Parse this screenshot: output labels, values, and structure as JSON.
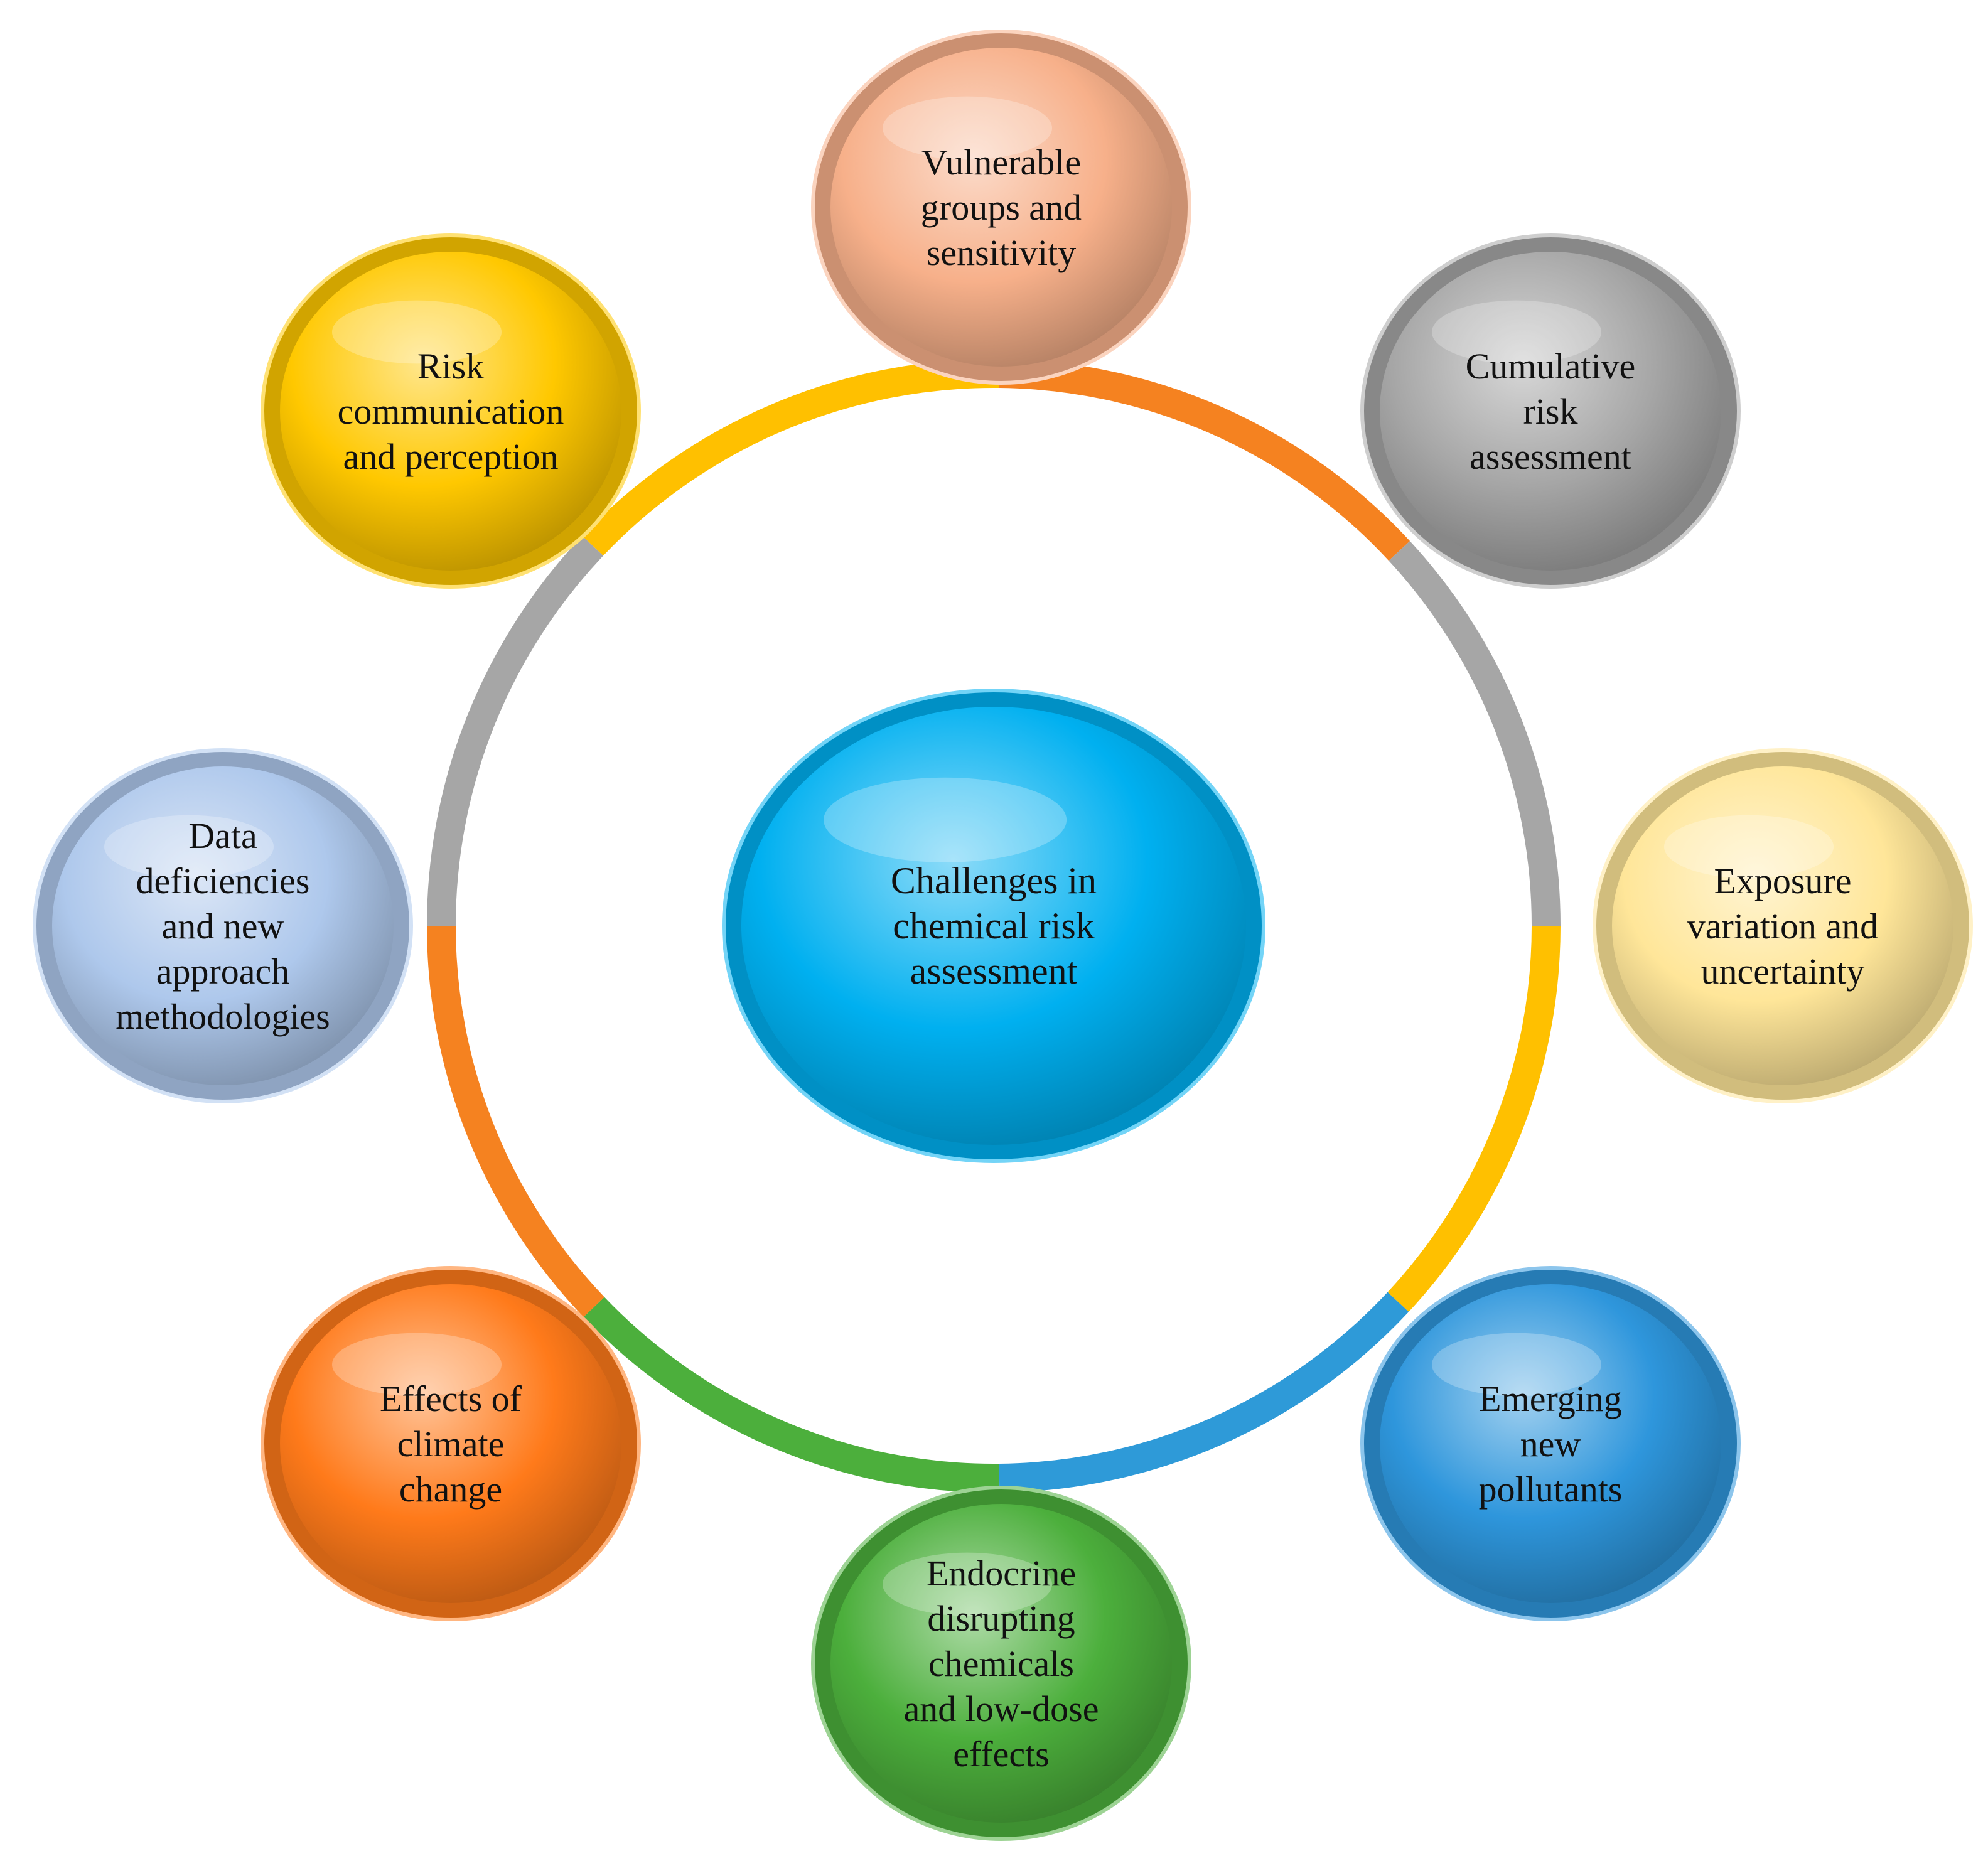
{
  "center": {
    "lines": [
      "Challenges in",
      "chemical risk",
      "assessment"
    ],
    "color": "#00B0F0"
  },
  "nodes": [
    {
      "id": "vulnerable-groups",
      "lines": [
        "Vulnerable",
        "groups and",
        "sensitivity"
      ],
      "color": "#F7B08A"
    },
    {
      "id": "cumulative-risk",
      "lines": [
        "Cumulative",
        "risk",
        "assessment"
      ],
      "color": "#A6A6A6"
    },
    {
      "id": "exposure-variation",
      "lines": [
        "Exposure",
        "variation and",
        "uncertainty"
      ],
      "color": "#FFE699"
    },
    {
      "id": "emerging-pollutants",
      "lines": [
        "Emerging",
        "new",
        "pollutants"
      ],
      "color": "#2E96DC"
    },
    {
      "id": "endocrine-disrupting",
      "lines": [
        "Endocrine",
        "disrupting",
        "chemicals",
        "and low-dose",
        "effects"
      ],
      "color": "#4CAF3C"
    },
    {
      "id": "climate-change",
      "lines": [
        "Effects of",
        "climate",
        "change"
      ],
      "color": "#FF7A1A"
    },
    {
      "id": "data-deficiencies",
      "lines": [
        "Data",
        "deficiencies",
        "and new",
        "approach",
        "methodologies"
      ],
      "color": "#AEC8EC"
    },
    {
      "id": "risk-communication",
      "lines": [
        "Risk",
        "communication",
        "and perception"
      ],
      "color": "#FFC800"
    }
  ],
  "arcs": [
    {
      "from": "vulnerable-groups",
      "to": "cumulative-risk",
      "color": "#F58220"
    },
    {
      "from": "cumulative-risk",
      "to": "exposure-variation",
      "color": "#A6A6A6"
    },
    {
      "from": "exposure-variation",
      "to": "emerging-pollutants",
      "color": "#FFC000"
    },
    {
      "from": "emerging-pollutants",
      "to": "endocrine-disrupting",
      "color": "#2E9AD8"
    },
    {
      "from": "endocrine-disrupting",
      "to": "climate-change",
      "color": "#4CAF3C"
    },
    {
      "from": "climate-change",
      "to": "data-deficiencies",
      "color": "#F58220"
    },
    {
      "from": "data-deficiencies",
      "to": "risk-communication",
      "color": "#A6A6A6"
    },
    {
      "from": "risk-communication",
      "to": "vulnerable-groups",
      "color": "#FFC000"
    }
  ]
}
